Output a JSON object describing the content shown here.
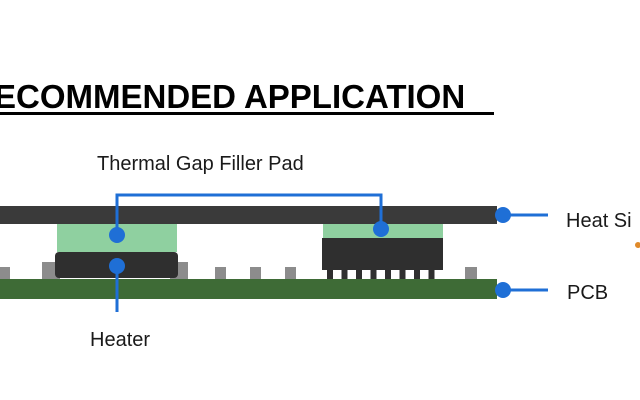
{
  "title": "ECOMMENDED APPLICATION",
  "labels": {
    "gap_filler": "Thermal Gap Filler Pad",
    "heat_sink": "Heat Si",
    "pcb": "PCB",
    "heater": "Heater"
  },
  "colors": {
    "heat_sink": "#3a3a3a",
    "pcb": "#3e6b36",
    "pad": "#8fd0a0",
    "chip": "#2f2f2f",
    "solder": "#8c8c8c",
    "callout": "#1f6fd6",
    "accent_dot": "#e08a2a"
  }
}
